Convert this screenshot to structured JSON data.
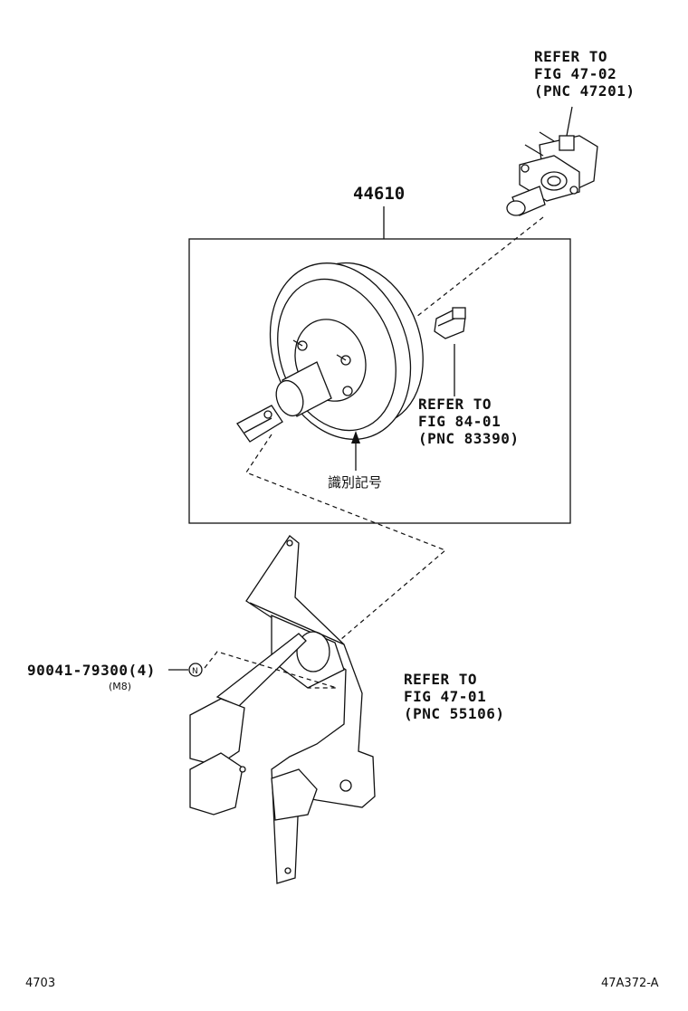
{
  "labels": {
    "ref_master_cyl": [
      "REFER TO",
      "FIG 47-02",
      "(PNC 47201)"
    ],
    "part_booster": "44610",
    "ref_sensor": [
      "REFER TO",
      "FIG 84-01",
      "(PNC 83390)"
    ],
    "id_mark": "識別記号",
    "part_nut": "90041-79300(4)",
    "nut_size": "(M8)",
    "nut_symbol": "N",
    "ref_bracket": [
      "REFER TO",
      "FIG 47-01",
      "(PNC 55106)"
    ],
    "footer_left": "4703",
    "footer_right": "47A372-A"
  },
  "icons": {
    "brake-booster": "brake-booster-icon",
    "master-cylinder": "master-cylinder-icon",
    "vacuum-sensor": "vacuum-sensor-icon",
    "pedal-bracket": "pedal-bracket-icon"
  }
}
